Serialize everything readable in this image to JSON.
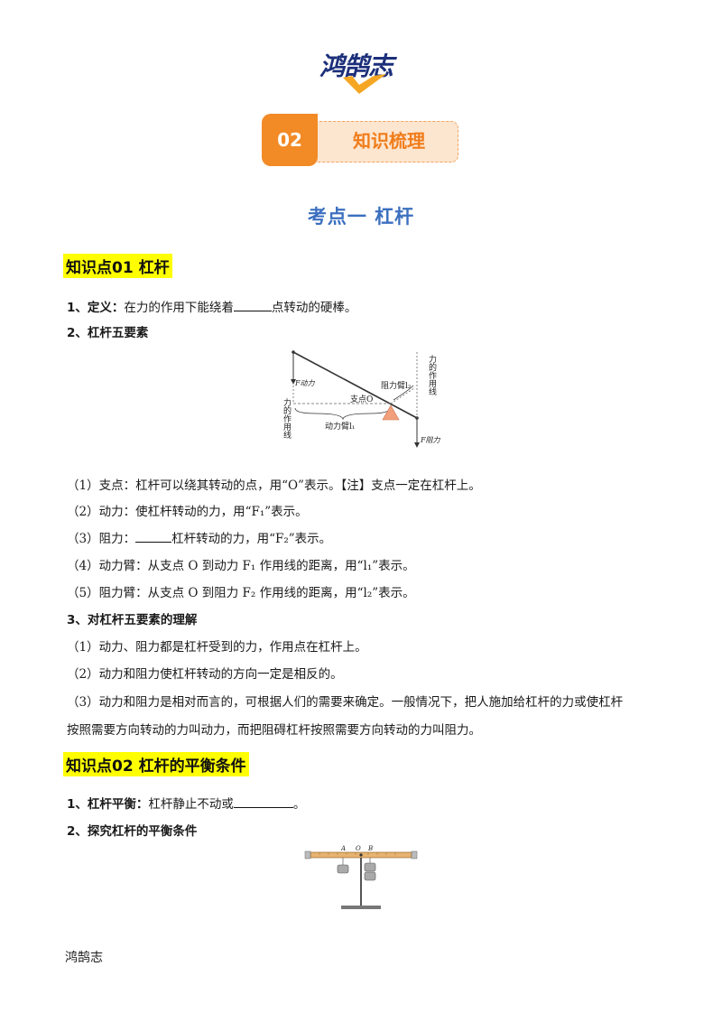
{
  "logo": {
    "text": "鸿鹄志",
    "accent_color": "#f5a623",
    "brand_color": "#1c2f7a"
  },
  "badge": {
    "number": "02",
    "title": "知识梳理"
  },
  "section_title": "考点一    杠杆",
  "kp1": {
    "heading": "知识点01  杠杆",
    "line1_label": "1、定义：",
    "line1_a": "在力的作用下能绕着",
    "line1_b": "点转动的硬棒。",
    "line2_label": "2、杠杆五要素",
    "figure1": {
      "label_force_line_right": "力的作用线",
      "label_force_line_left": "力的作用线",
      "label_resist_arm": "阻力臂l₂",
      "label_pivot": "支点O",
      "label_effort_arm": "动力臂l₁",
      "label_F1": "F动力",
      "label_F2": "F阻力"
    },
    "items": [
      "（1）支点：杠杆可以绕其转动的点，用“O”表示。【注】支点一定在杠杆上。",
      "（2）动力：使杠杆转动的力，用“F₁”表示。",
      "（3）阻力：",
      "（4）动力臂：从支点 O 到动力 F₁ 作用线的距离，用“l₁”表示。",
      "（5）阻力臂：从支点 O 到阻力 F₂ 作用线的距离，用“l₂”表示。"
    ],
    "item3_tail": "杠杆转动的力，用“F₂”表示。",
    "line3_label": "3、对杠杆五要素的理解",
    "understand": [
      "（1）动力、阻力都是杠杆受到的力，作用点在杠杆上。",
      "（2）动力和阻力使杠杆转动的方向一定是相反的。",
      "（3）动力和阻力是相对而言的，可根据人们的需要来确定。一般情况下，把人施加给杠杆的力或使杠杆",
      "按照需要方向转动的力叫动力，而把阻碍杠杆按照需要方向转动的力叫阻力。"
    ]
  },
  "kp2": {
    "heading": "知识点02  杠杆的平衡条件",
    "line1_label": "1、杠杆平衡：",
    "line1_a": "杠杆静止不动或",
    "line1_b": "。",
    "line2_label": "2、探究杠杆的平衡条件",
    "figure2": {
      "label_A": "A",
      "label_O": "O",
      "label_B": "B"
    }
  },
  "footer": "鸿鹄志"
}
